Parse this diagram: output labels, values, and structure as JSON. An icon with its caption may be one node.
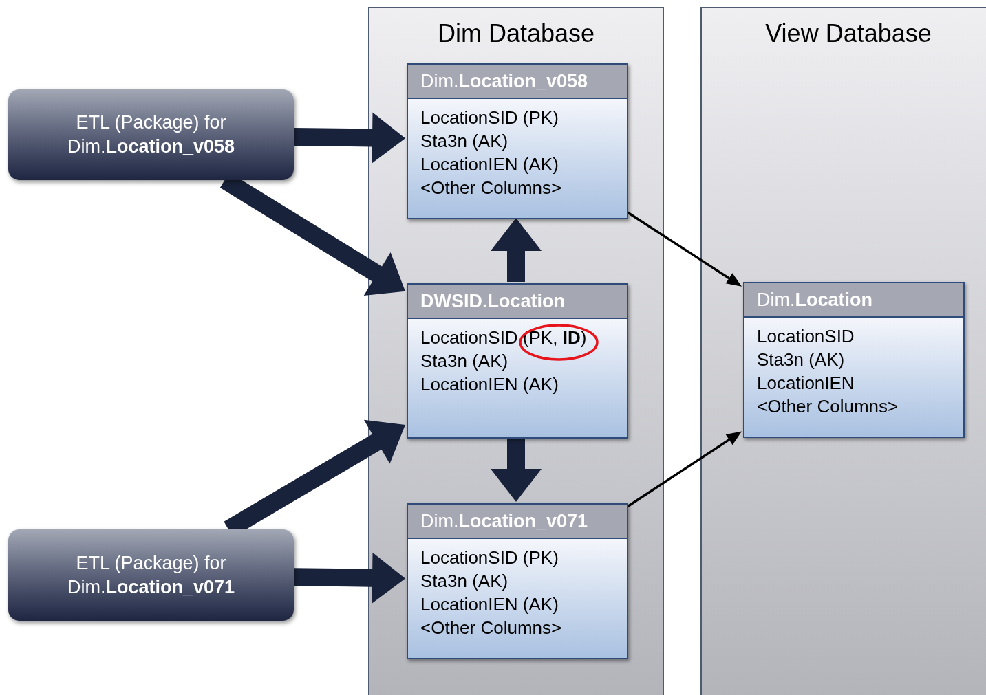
{
  "diagram": {
    "nodes": [
      {
        "text": [
          "Dim Database"
        ]
      },
      {
        "text": [
          "View Database"
        ]
      },
      {
        "text": [
          "ETL (Package) for Dim.**Location_v058**"
        ]
      },
      {
        "text": [
          "ETL (Package) for Dim.**Location_v071**"
        ]
      },
      {
        "text": [
          "Dim.**Location_v058**",
          "LocationSID (PK)",
          "Sta3n (AK)",
          "LocationIEN (AK)",
          "<Other Columns>"
        ],
        "in": 0
      },
      {
        "text": [
          "**DWSID.Location**",
          "LocationSID (PK, **ID**)",
          "Sta3n (AK)",
          "LocationIEN (AK)"
        ],
        "in": 0
      },
      {
        "text": [
          "Dim.**Location_v071**",
          "LocationSID (PK)",
          "Sta3n (AK)",
          "LocationIEN (AK)",
          "<Other Columns>"
        ],
        "in": 0
      },
      {
        "text": [
          "Dim.**Location**",
          "LocationSID",
          "Sta3n (AK)",
          "LocationIEN",
          "<Other Columns>"
        ],
        "in": 1
      }
    ],
    "edges": [
      {
        "from": 2,
        "to": 4,
        "arrow": "to",
        "style": "thick"
      },
      {
        "from": 2,
        "to": 5,
        "arrow": "to",
        "style": "thick"
      },
      {
        "from": 3,
        "to": 5,
        "arrow": "to",
        "style": "thick"
      },
      {
        "from": 3,
        "to": 6,
        "arrow": "to",
        "style": "thick"
      },
      {
        "from": 5,
        "to": 4,
        "arrow": "to",
        "style": "thick"
      },
      {
        "from": 5,
        "to": 6,
        "arrow": "to",
        "style": "thick"
      },
      {
        "from": 4,
        "to": 7,
        "arrow": "to",
        "color": "#000000"
      },
      {
        "from": 6,
        "to": 7,
        "arrow": "to",
        "color": "#000000"
      }
    ]
  }
}
